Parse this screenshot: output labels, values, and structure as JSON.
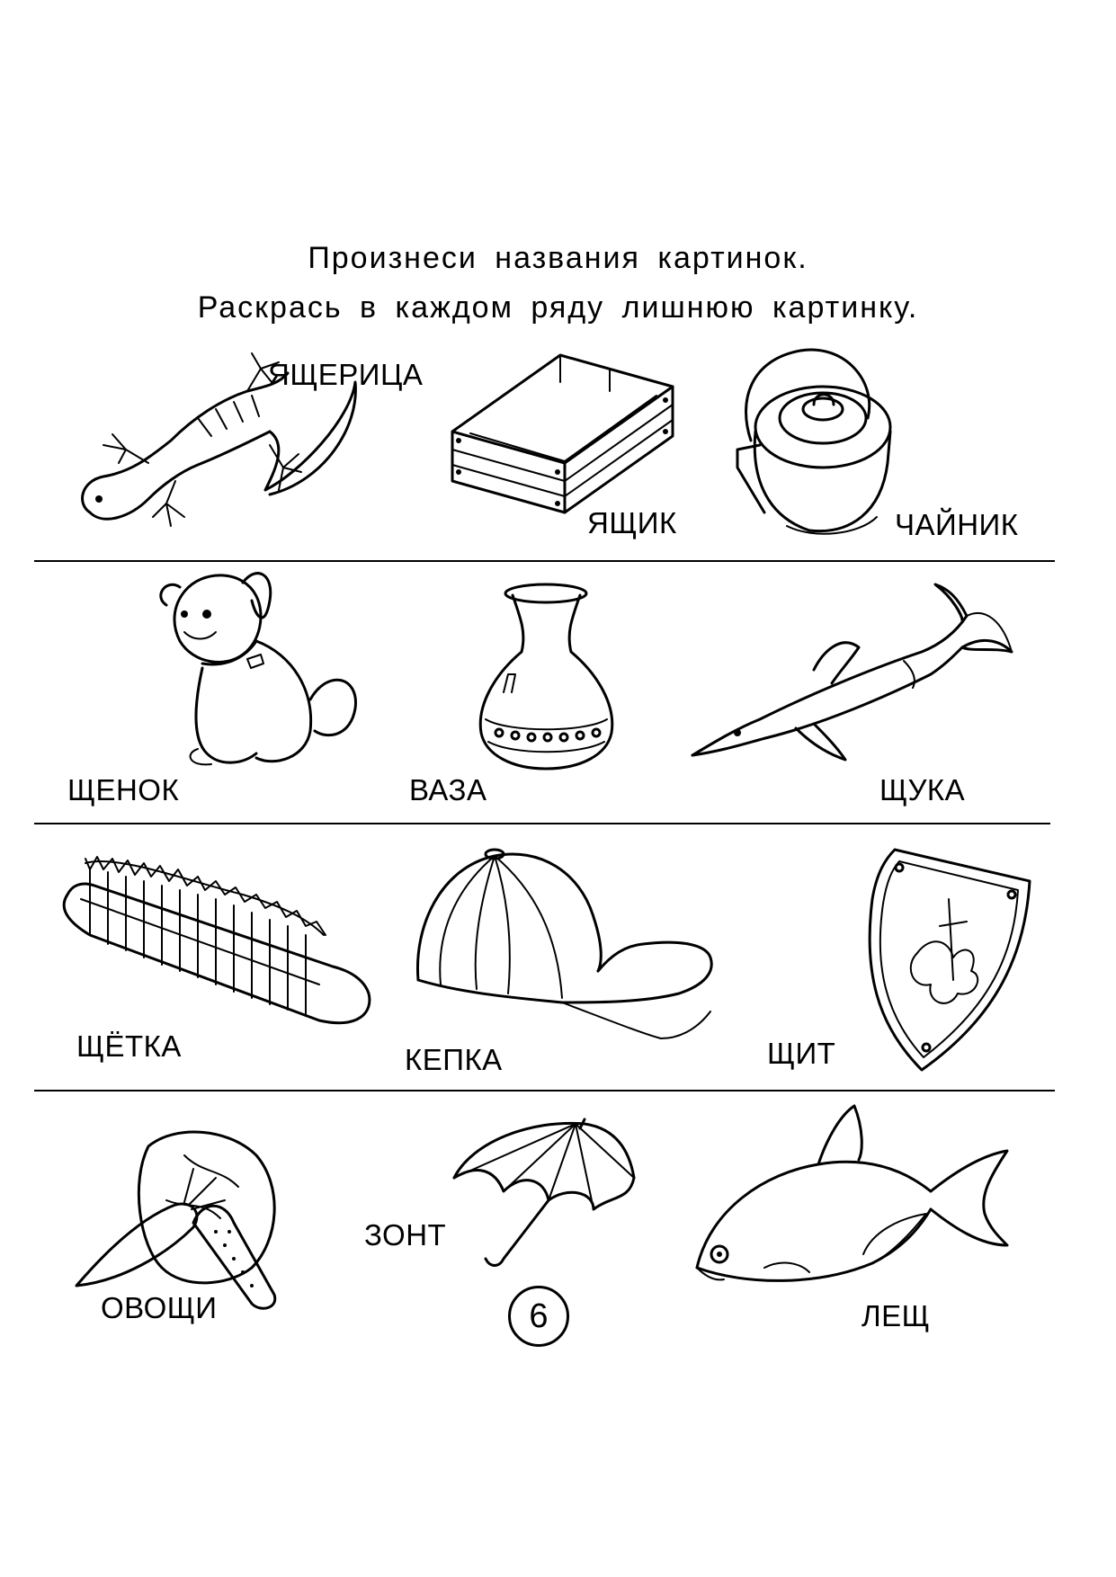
{
  "instructions": {
    "line1": "Произнеси названия картинок.",
    "line2": "Раскрась в каждом ряду лишнюю картинку."
  },
  "rows": [
    {
      "items": [
        {
          "label": "ЯЩЕРИЦА",
          "icon": "lizard-icon"
        },
        {
          "label": "ЯЩИК",
          "icon": "box-icon"
        },
        {
          "label": "ЧАЙНИК",
          "icon": "kettle-icon"
        }
      ]
    },
    {
      "items": [
        {
          "label": "ЩЕНОК",
          "icon": "puppy-icon"
        },
        {
          "label": "ВАЗА",
          "icon": "vase-icon"
        },
        {
          "label": "ЩУКА",
          "icon": "pike-icon"
        }
      ]
    },
    {
      "items": [
        {
          "label": "ЩЁТКА",
          "icon": "brush-icon"
        },
        {
          "label": "КЕПКА",
          "icon": "cap-icon"
        },
        {
          "label": "ЩИТ",
          "icon": "shield-icon"
        }
      ]
    },
    {
      "items": [
        {
          "label": "ОВОЩИ",
          "icon": "vegetables-icon"
        },
        {
          "label": "ЗОНТ",
          "icon": "umbrella-icon"
        },
        {
          "label": "ЛЕЩ",
          "icon": "bream-icon"
        }
      ]
    }
  ],
  "page_number": "6"
}
